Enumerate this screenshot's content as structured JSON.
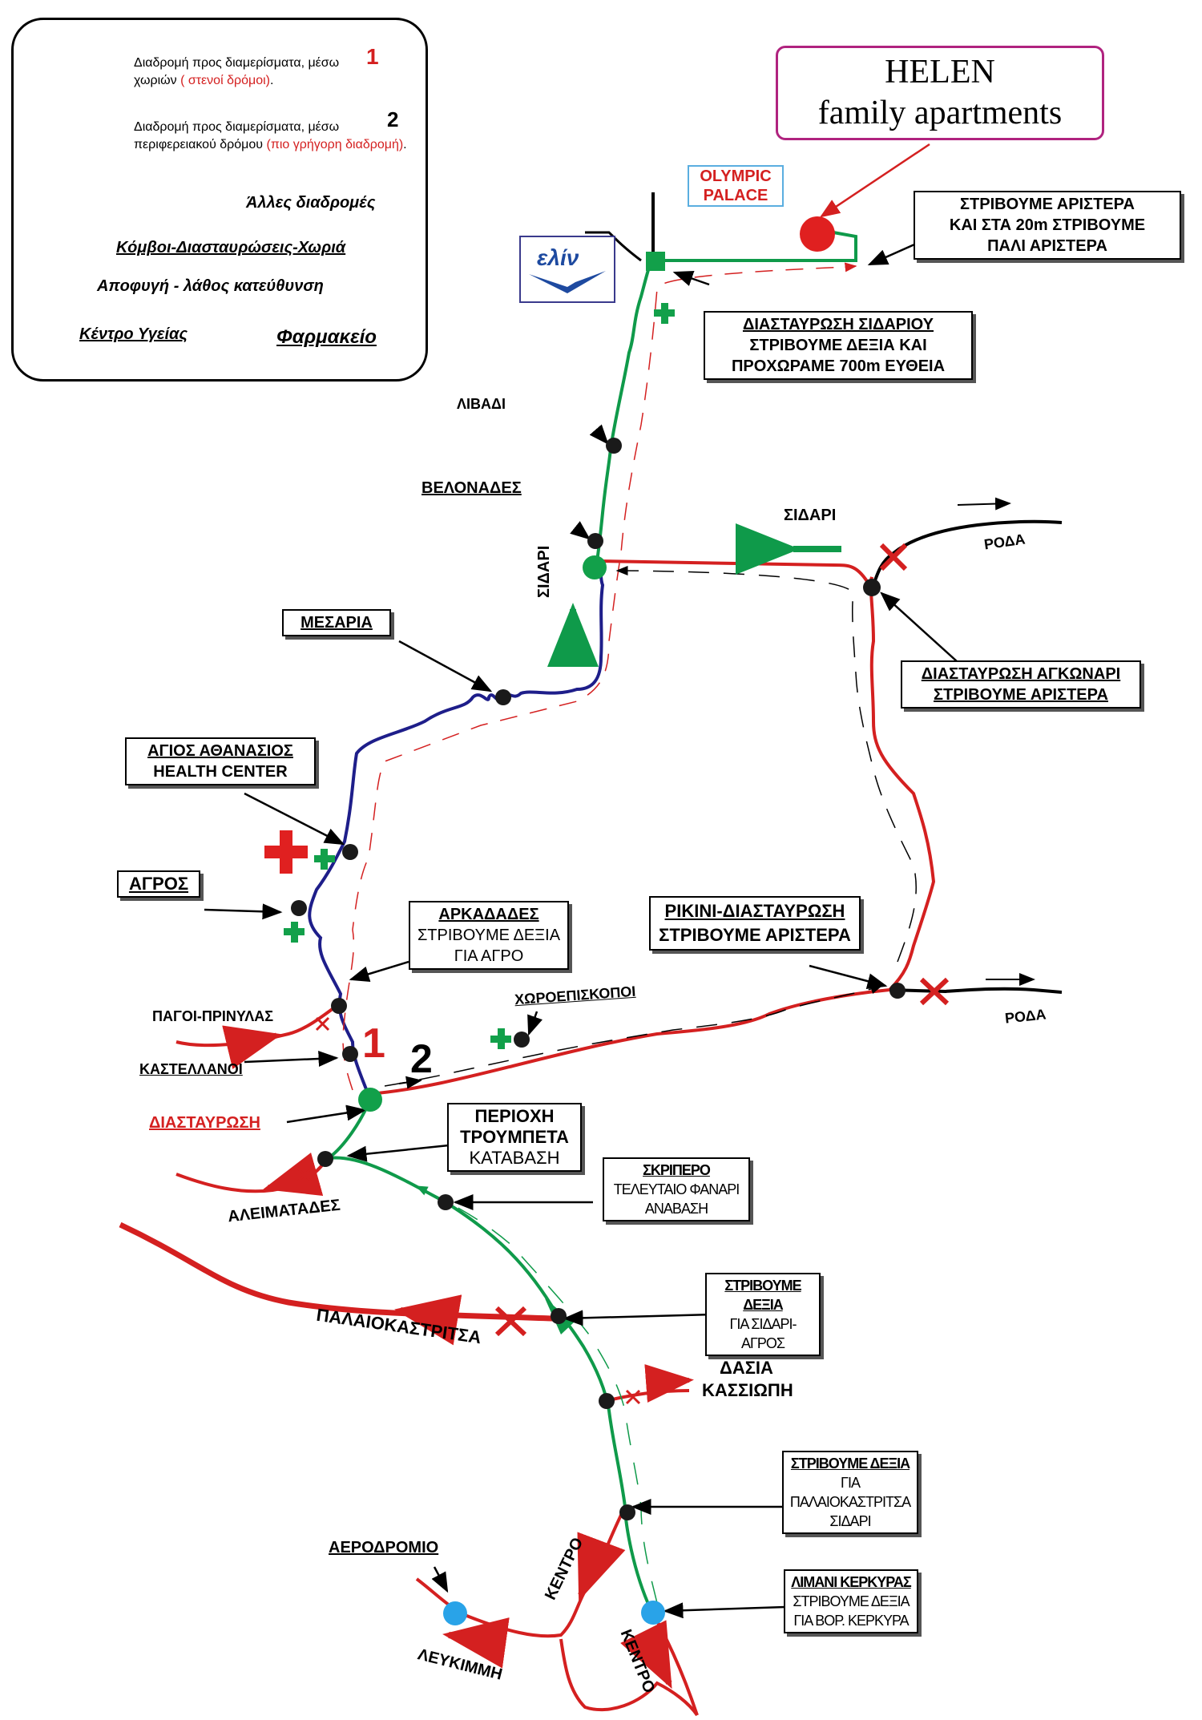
{
  "legend": {
    "route1_text_a": "Διαδρομή προς διαμερίσματα, μέσω",
    "route1_text_b": "χωριών ",
    "route1_text_c": "( στενοί δρόμοι)",
    "route1_text_d": ".",
    "route1_num": "1",
    "route2_text_a": "Διαδρομή προς διαμερίσματα, μέσω",
    "route2_text_b": "περιφερειακού δρόμου ",
    "route2_text_c": "(πιο γρήγορη διαδρομή)",
    "route2_text_d": ".",
    "route2_num": "2",
    "other_routes": "Άλλες διαδρομές",
    "nodes": "Κόμβοι-Διασταυρώσεις-Χωριά",
    "avoid": "Αποφυγή - λάθος κατεύθυνση",
    "health": "Κέντρο Υγείας",
    "pharmacy": "Φαρμακείο"
  },
  "helen": {
    "line1": "HELEN",
    "line2": "family apartments"
  },
  "olympic": {
    "line1": "OLYMPIC",
    "line2": "PALACE"
  },
  "elin_logo": "ελίν",
  "boxes": {
    "turn_left_20m": [
      "ΣΤΡΙΒΟΥΜΕ ΑΡΙΣΤΕΡΑ",
      "ΚΑΙ ΣΤΑ 20m ΣΤΡΙΒΟΥΜΕ",
      "ΠΑΛΙ ΑΡΙΣΤΕΡΑ"
    ],
    "sidari_junction": [
      "ΔΙΑΣΤΑΥΡΩΣΗ ΣΙΔΑΡΙΟΥ",
      "ΣΤΡΙΒΟΥΜΕ ΔΕΞΙΑ ΚΑΙ",
      "ΠΡΟΧΩΡΑΜΕ 700m ΕΥΘΕΙΑ"
    ],
    "mesaria": "ΜΕΣΑΡΙΑ",
    "agonari": [
      "ΔΙΑΣΤΑΥΡΩΣΗ ΑΓΚΩΝΑΡΙ",
      "ΣΤΡΙΒΟΥΜΕ ΑΡΙΣΤΕΡΑ"
    ],
    "health_center": [
      "ΑΓΙΟΣ ΑΘΑΝΑΣΙΟΣ",
      "HEALTH CENTER"
    ],
    "agros": "ΑΓΡΟΣ",
    "arkadades": [
      "ΑΡΚΑΔΑΔΕΣ",
      "ΣΤΡΙΒΟΥΜΕ ΔΕΞΙΑ",
      "ΓΙΑ ΑΓΡΟ"
    ],
    "rikini": [
      "ΡΙΚΙΝΙ-ΔΙΑΣΤΑΥΡΩΣΗ",
      "ΣΤΡΙΒΟΥΜΕ ΑΡΙΣΤΕΡΑ"
    ],
    "troumpeta": [
      "ΠΕΡΙΟΧΗ",
      "ΤΡΟΥΜΠΕΤΑ",
      "ΚΑΤΑΒΑΣΗ"
    ],
    "skripero": [
      "ΣΚΡΙΠΕΡΟ",
      "ΤΕΛΕΥΤΑΙΟ ΦΑΝΑΡΙ",
      "ΑΝΑΒΑΣΗ"
    ],
    "turn_right_sidari_agros": [
      "ΣΤΡΙΒΟΥΜΕ ΔΕΞΙΑ",
      "ΓΙΑ ΣΙΔΑΡΙ-ΑΓΡΟΣ"
    ],
    "turn_right_palaiokastritsa": [
      "ΣΤΡΙΒΟΥΜΕ ΔΕΞΙΑ",
      "ΓΙΑ ΠΑΛΑΙΟΚΑΣΤΡΙΤΣΑ",
      "ΣΙΔΑΡΙ"
    ],
    "port": [
      "ΛΙΜΑΝΙ ΚΕΡΚΥΡΑΣ",
      "ΣΤΡΙΒΟΥΜΕ ΔΕΞΙΑ",
      "ΓΙΑ ΒΟΡ. ΚΕΡΚΥΡΑ"
    ]
  },
  "labels": {
    "livadi": "ΛΙΒΑΔΙ",
    "velonades": "ΒΕΛΟΝΑΔΕΣ",
    "sidari_right": "ΣΙΔΑΡΙ",
    "roda_top": "ΡΟΔΑ",
    "sidari_vertical": "ΣΙΔΑΡΙ",
    "pagoi": "ΠΑΓΟΙ-ΠΡΙΝΥΛΑΣ",
    "kastellanoi": "ΚΑΣΤΕΛΛΑΝΟΙ",
    "diastavrosi": "ΔΙΑΣΤΑΥΡΩΣΗ",
    "choroepiskopoi": "ΧΩΡΟΕΠΙΣΚΟΠΟΙ",
    "roda_bottom": "ΡΟΔΑ",
    "aleimatades": "ΑΛΕΙΜΑΤΑΔΕΣ",
    "palaiokastritsa": "ΠΑΛΑΙΟΚΑΣΤΡΙΤΣΑ",
    "dasia": "ΔΑΣΙΑ",
    "kassiopi": "ΚΑΣΣΙΩΠΗ",
    "aerodromio": "ΑΕΡΟΔΡΟΜΙΟ",
    "kentro1": "ΚΕΝΤΡΟ",
    "kentro2": "ΚΕΝΤΡΟ",
    "lefkimmi": "ΛΕΥΚΙΜΜΗ",
    "route_num_1": "1",
    "route_num_2": "2"
  },
  "colors": {
    "route1": "#1e1e8a",
    "route2": "#d42020",
    "green_route": "#0f9a4a",
    "node": "#1a1a1a",
    "node_green": "#12a04a",
    "airport_node": "#29a3e8"
  }
}
